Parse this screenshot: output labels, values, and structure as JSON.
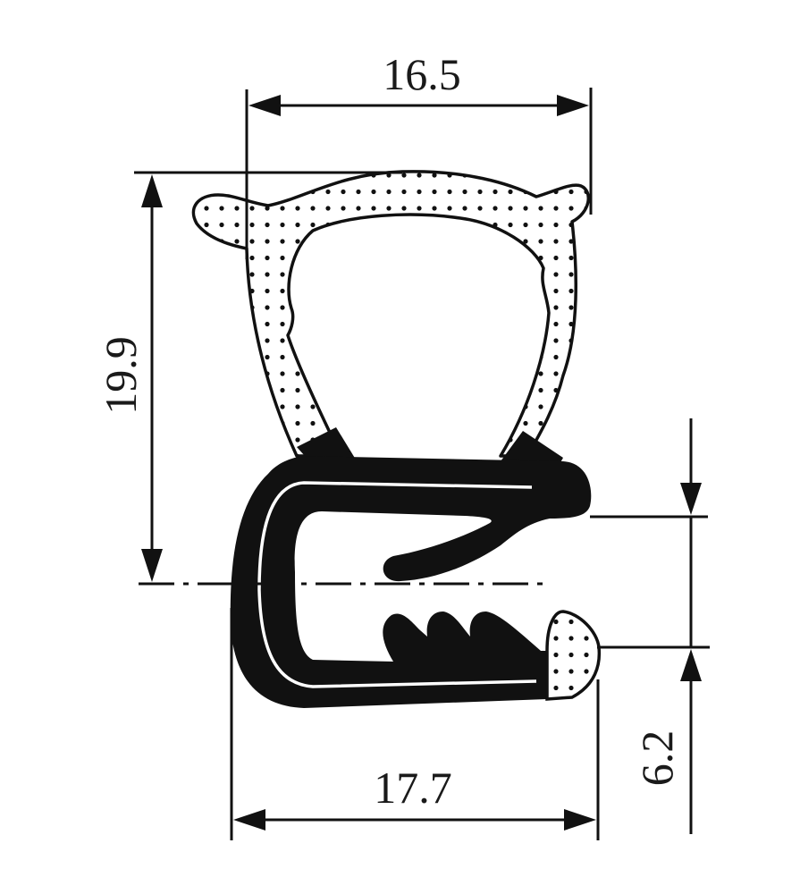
{
  "diagram": {
    "type": "technical-drawing",
    "subject": "edge-protection seal profile with bulb",
    "colors": {
      "background": "#ffffff",
      "ink": "#1a1a1a",
      "solid": "#111111"
    },
    "materials": [
      {
        "name": "sponge-rubber",
        "pattern": "dotted"
      },
      {
        "name": "solid-rubber",
        "pattern": "solid-black"
      }
    ],
    "dimensions": {
      "top_width": {
        "value": "16.5"
      },
      "overall_height": {
        "value": "19.9"
      },
      "bottom_width": {
        "value": "17.7"
      },
      "opening_height": {
        "value": "6.2"
      }
    }
  }
}
